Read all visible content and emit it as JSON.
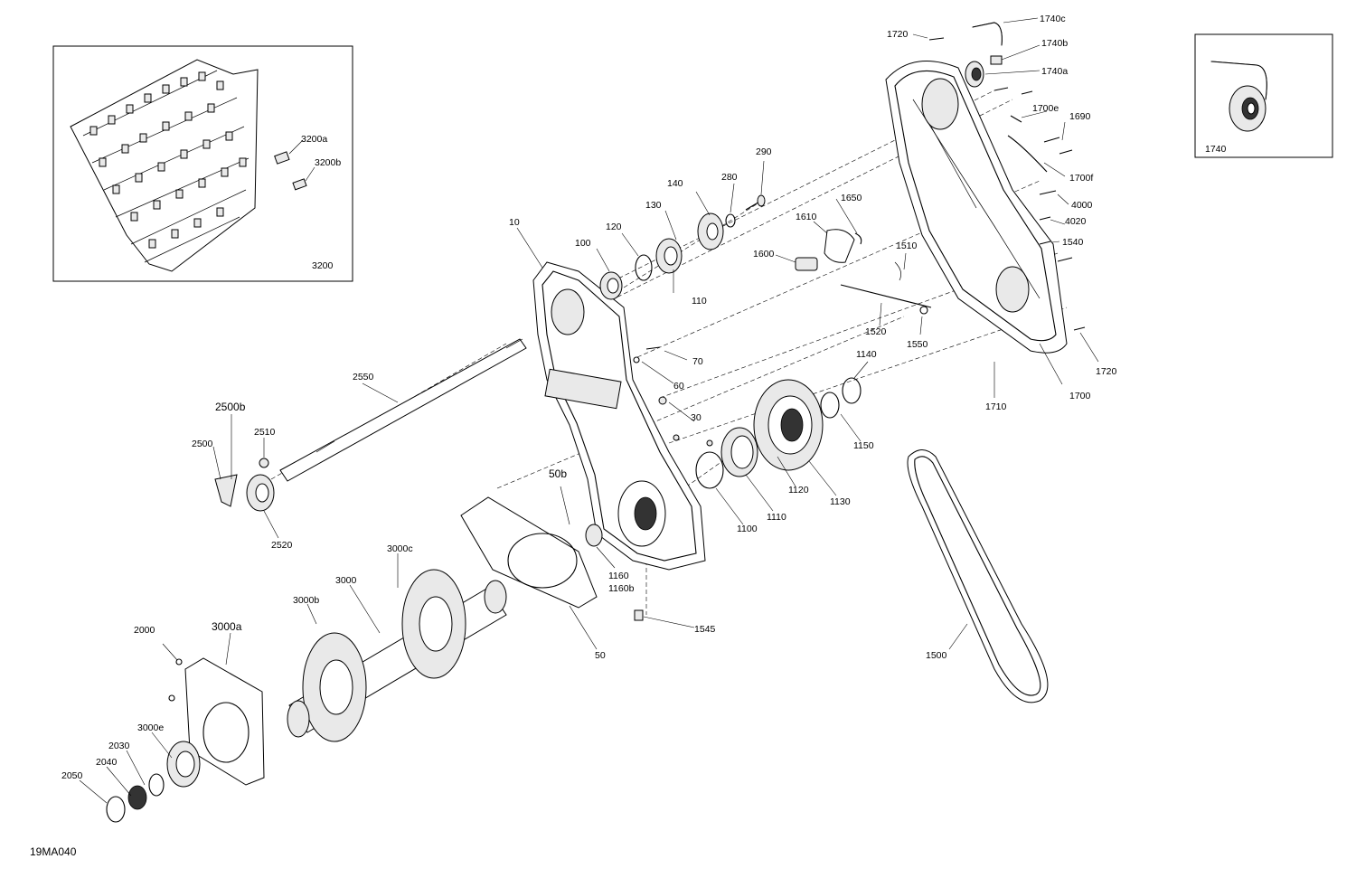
{
  "figure_code": "19MA040",
  "inset_left_label": "3200",
  "inset_right_label": "1740",
  "labels": [
    {
      "key": "1740c",
      "text": "1740c"
    },
    {
      "key": "1720a",
      "text": "1720"
    },
    {
      "key": "1740b",
      "text": "1740b"
    },
    {
      "key": "1740a",
      "text": "1740a"
    },
    {
      "key": "1700e",
      "text": "1700e"
    },
    {
      "key": "1690",
      "text": "1690"
    },
    {
      "key": "1700f",
      "text": "1700f"
    },
    {
      "key": "4000",
      "text": "4000"
    },
    {
      "key": "4020",
      "text": "4020"
    },
    {
      "key": "1540",
      "text": "1540"
    },
    {
      "key": "1720b",
      "text": "1720"
    },
    {
      "key": "1700",
      "text": "1700"
    },
    {
      "key": "1710",
      "text": "1710"
    },
    {
      "key": "3200a",
      "text": "3200a"
    },
    {
      "key": "3200b",
      "text": "3200b"
    },
    {
      "key": "290",
      "text": "290"
    },
    {
      "key": "280",
      "text": "280"
    },
    {
      "key": "140",
      "text": "140"
    },
    {
      "key": "130",
      "text": "130"
    },
    {
      "key": "120",
      "text": "120"
    },
    {
      "key": "100",
      "text": "100"
    },
    {
      "key": "110",
      "text": "110"
    },
    {
      "key": "10",
      "text": "10"
    },
    {
      "key": "1650",
      "text": "1650"
    },
    {
      "key": "1610",
      "text": "1610"
    },
    {
      "key": "1600",
      "text": "1600"
    },
    {
      "key": "1510",
      "text": "1510"
    },
    {
      "key": "1520",
      "text": "1520"
    },
    {
      "key": "1550",
      "text": "1550"
    },
    {
      "key": "70",
      "text": "70"
    },
    {
      "key": "60",
      "text": "60"
    },
    {
      "key": "30",
      "text": "30"
    },
    {
      "key": "1140",
      "text": "1140"
    },
    {
      "key": "1150",
      "text": "1150"
    },
    {
      "key": "1130",
      "text": "1130"
    },
    {
      "key": "1120",
      "text": "1120"
    },
    {
      "key": "1110",
      "text": "1110"
    },
    {
      "key": "1100",
      "text": "1100"
    },
    {
      "key": "2550",
      "text": "2550"
    },
    {
      "key": "2500b",
      "text": "2500b"
    },
    {
      "key": "2510",
      "text": "2510"
    },
    {
      "key": "2500",
      "text": "2500"
    },
    {
      "key": "2520",
      "text": "2520"
    },
    {
      "key": "50b",
      "text": "50b"
    },
    {
      "key": "1160",
      "text": "1160"
    },
    {
      "key": "1160b",
      "text": "1160b"
    },
    {
      "key": "1545",
      "text": "1545"
    },
    {
      "key": "50",
      "text": "50"
    },
    {
      "key": "3000c",
      "text": "3000c"
    },
    {
      "key": "3000",
      "text": "3000"
    },
    {
      "key": "3000b",
      "text": "3000b"
    },
    {
      "key": "2000",
      "text": "2000"
    },
    {
      "key": "3000a",
      "text": "3000a"
    },
    {
      "key": "3000e",
      "text": "3000e"
    },
    {
      "key": "2030",
      "text": "2030"
    },
    {
      "key": "2040",
      "text": "2040"
    },
    {
      "key": "2050",
      "text": "2050"
    },
    {
      "key": "1500",
      "text": "1500"
    }
  ]
}
